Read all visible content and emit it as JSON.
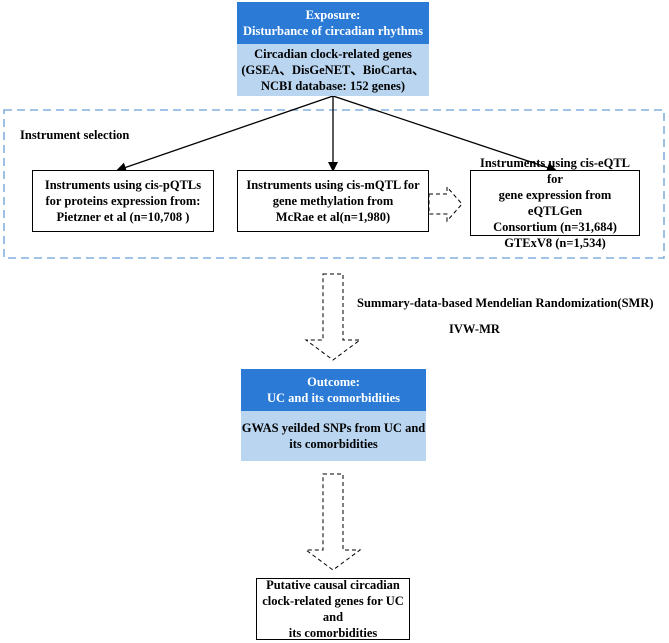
{
  "exposure": {
    "title": "Exposure:\nDisturbance of circadian rhythms",
    "genes": "Circadian clock-related genes\n(GSEA、DisGeNET、BioCarta、\nNCBI database: 152 genes)"
  },
  "instrument_selection": {
    "label": "Instrument selection",
    "pqtl": "Instruments using cis-pQTLs\nfor proteins expression from:\nPietzner et al (n=10,708 )",
    "mqtl": "Instruments using cis-mQTL for\ngene methylation from\nMcRae et al(n=1,980)",
    "eqtl": "Instruments using cis-eQTL for\ngene expression from eQTLGen\nConsortium (n=31,684)\nGTExV8 (n=1,534)"
  },
  "methods": {
    "smr": "Summary-data-based Mendelian Randomization(SMR)",
    "ivw": "IVW-MR"
  },
  "outcome": {
    "title": "Outcome:\nUC and its comorbidities",
    "gwas": "GWAS yeilded SNPs from UC and\nits comorbidities"
  },
  "result": {
    "text": "Putative causal circadian\nclock-related genes for UC and\nits comorbidities"
  },
  "colors": {
    "dark_blue": "#2b7bd6",
    "light_blue": "#b9d5f0",
    "dashed_border": "#6a9fd8"
  }
}
